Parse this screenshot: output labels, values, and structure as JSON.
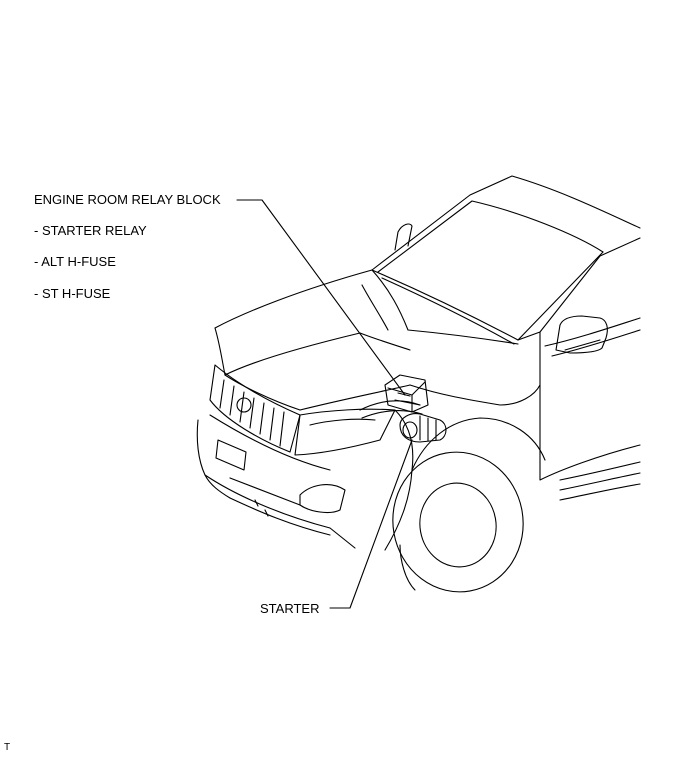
{
  "labels": {
    "engine_room_relay_block": "ENGINE ROOM RELAY BLOCK",
    "starter_relay": "- STARTER RELAY",
    "alt_h_fuse": "- ALT H-FUSE",
    "st_h_fuse": "- ST H-FUSE",
    "starter": "STARTER",
    "figure_code": "T"
  },
  "colors": {
    "line": "#000000",
    "background": "#ffffff"
  }
}
